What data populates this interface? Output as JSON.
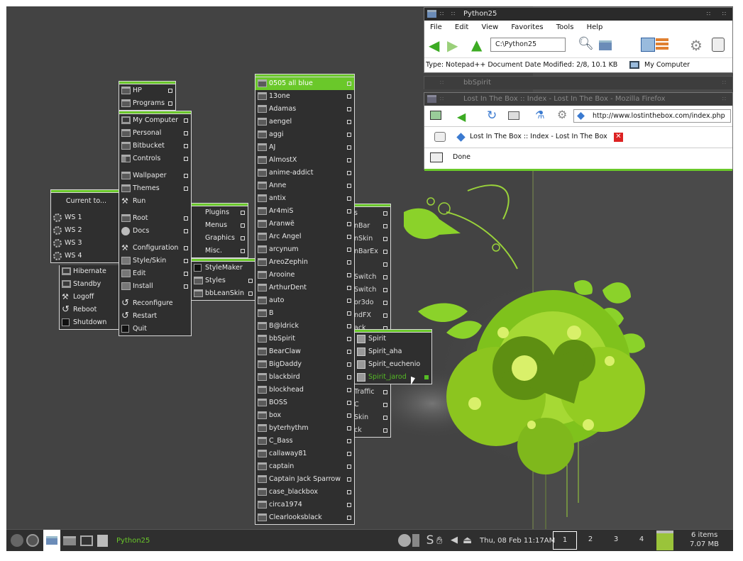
{
  "accent": "#6ac82a",
  "window": {
    "title": "Python25",
    "menus": [
      "File",
      "Edit",
      "View",
      "Favorites",
      "Tools",
      "Help"
    ],
    "address": "C:\\Python25",
    "status_left": "Type: Notepad++ Document Date Modified: 2/8, 10.1 KB",
    "status_right": "My Computer"
  },
  "bbspirit_title": "bbSpirit",
  "firefox": {
    "title": "Lost In The Box :: Index - Lost In The Box - Mozilla Firefox",
    "url": "http://www.lostinthebox.com/index.php",
    "tab": "Lost In The Box :: Index - Lost In The Box",
    "status": "Done"
  },
  "menu_hp": [
    "HP",
    "Programs"
  ],
  "menu_main": [
    "My Computer",
    "Personal",
    "Bitbucket",
    "Controls",
    "Wallpaper",
    "Themes",
    "Run",
    "Root",
    "Docs",
    "Configuration",
    "Style/Skin",
    "Edit",
    "Install",
    "Reconfigure",
    "Restart",
    "Quit"
  ],
  "menu_ws": {
    "title": "Current to...",
    "items": [
      "WS 1",
      "WS 2",
      "WS 3",
      "WS 4"
    ]
  },
  "menu_power": [
    "Hibernate",
    "Standby",
    "Logoff",
    "Reboot",
    "Shutdown"
  ],
  "menu_config": [
    "Plugins",
    "Menus",
    "Graphics",
    "Misc."
  ],
  "menu_style": [
    "StyleMaker",
    "Styles",
    "bbLeanSkin"
  ],
  "menu_styles": [
    "0505 all blue",
    "13one",
    "Adamas",
    "aengel",
    "aggi",
    "AJ",
    "AlmostX",
    "anime-addict",
    "Anne",
    "antix",
    "Ar4miS",
    "Aranwë",
    "Arc Angel",
    "arcynum",
    "AreoZephin",
    "Arooine",
    "ArthurDent",
    "auto",
    "B",
    "B@ldrick",
    "bbSpirit",
    "BearClaw",
    "BigDaddy",
    "blackbird",
    "blockhead",
    "BOSS",
    "box",
    "byterhythm",
    "C_Bass",
    "callaway81",
    "captain",
    "Captain Jack Sparrow",
    "case_blackbox",
    "circa1974",
    "Clearlooksblack"
  ],
  "menu_behind": [
    "s",
    "nBar",
    "nSkin",
    "nBarEx",
    "",
    "Switch",
    "Switch",
    "or3do",
    "ndFX",
    "ack",
    "",
    "",
    "",
    "",
    "Traffic",
    "C",
    "Skin",
    "ck"
  ],
  "menu_spirit": [
    "Spirit",
    "Spirit_aha",
    "Spirit_euchenio",
    "Spirit_jarod"
  ],
  "taskbar": {
    "task": "Python25",
    "clock": "Thu, 08 Feb 11:17AM",
    "workspaces": [
      "1",
      "2",
      "3",
      "4"
    ],
    "items": "6 items",
    "size": "7.07 MB"
  }
}
